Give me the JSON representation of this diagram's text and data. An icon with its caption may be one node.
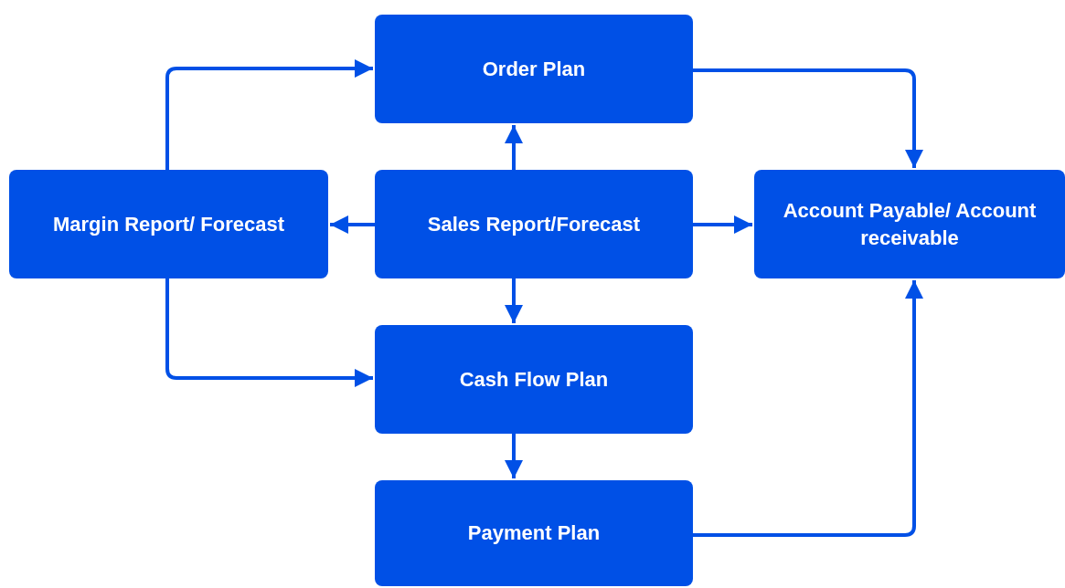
{
  "diagram": {
    "nodes": [
      {
        "text": [
          "Order Plan"
        ]
      },
      {
        "text": [
          "Margin Report/ Forecast"
        ]
      },
      {
        "text": [
          "Sales Report/Forecast"
        ]
      },
      {
        "text": [
          "Account Payable/ Account receivable"
        ]
      },
      {
        "text": [
          "Cash Flow Plan"
        ]
      },
      {
        "text": [
          "Payment Plan"
        ]
      }
    ],
    "edges": [
      {
        "from": 1,
        "to": 0,
        "arrow": "to"
      },
      {
        "from": 1,
        "to": 4,
        "arrow": "to"
      },
      {
        "from": 2,
        "to": 0,
        "arrow": "to"
      },
      {
        "from": 2,
        "to": 1,
        "arrow": "to"
      },
      {
        "from": 2,
        "to": 3,
        "arrow": "to"
      },
      {
        "from": 2,
        "to": 4,
        "arrow": "to"
      },
      {
        "from": 0,
        "to": 3,
        "arrow": "to"
      },
      {
        "from": 4,
        "to": 5,
        "arrow": "to"
      },
      {
        "from": 5,
        "to": 3,
        "arrow": "to"
      }
    ]
  }
}
